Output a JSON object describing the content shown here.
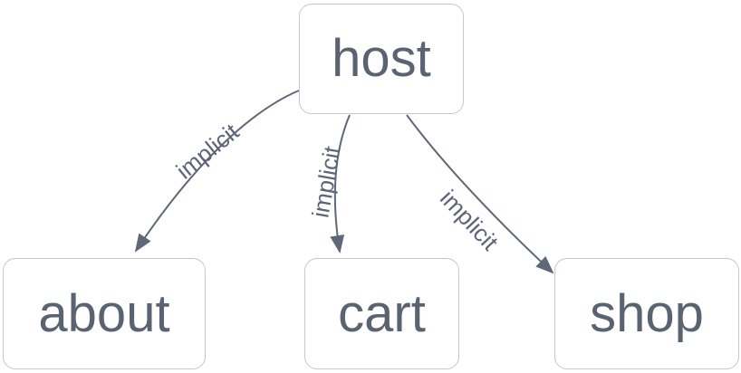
{
  "diagram": {
    "type": "flowchart",
    "direction": "top-down",
    "background_color": "#ffffff",
    "node_fill_color": "#ffffff",
    "node_border_color": "#c7c7c9",
    "node_text_color": "#5a6372",
    "edge_color": "#5e6878",
    "edge_label_color": "#5d6678",
    "nodes": [
      {
        "id": "host",
        "label": "host"
      },
      {
        "id": "about",
        "label": "about"
      },
      {
        "id": "cart",
        "label": "cart"
      },
      {
        "id": "shop",
        "label": "shop"
      }
    ],
    "edges": [
      {
        "from": "host",
        "to": "about",
        "label": "implicit"
      },
      {
        "from": "host",
        "to": "cart",
        "label": "implicit"
      },
      {
        "from": "host",
        "to": "shop",
        "label": "implicit"
      }
    ]
  }
}
